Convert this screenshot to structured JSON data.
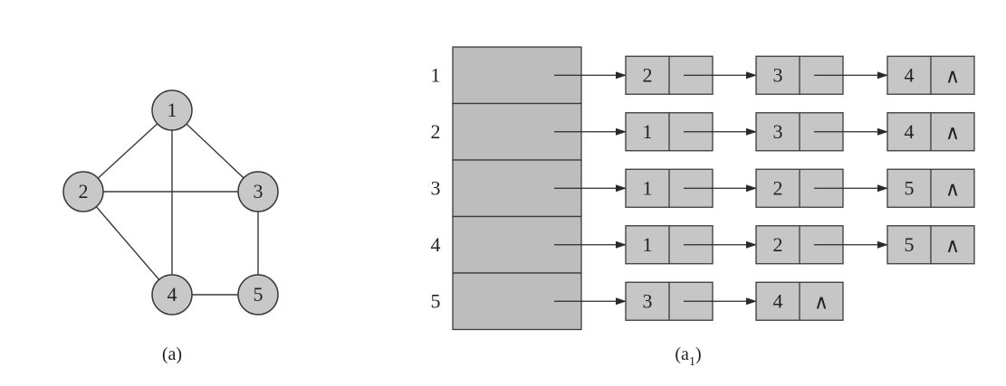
{
  "colors": {
    "node_fill": "#c8c8c8",
    "cell_fill": "#c6c6c6",
    "head_fill": "#bdbdbd",
    "stroke": "#3a3a3a",
    "background": "#ffffff"
  },
  "graph": {
    "caption": "(a)",
    "vertices": [
      "1",
      "2",
      "3",
      "4",
      "5"
    ],
    "edges": [
      [
        "1",
        "2"
      ],
      [
        "1",
        "3"
      ],
      [
        "1",
        "4"
      ],
      [
        "2",
        "3"
      ],
      [
        "2",
        "4"
      ],
      [
        "3",
        "5"
      ],
      [
        "4",
        "5"
      ]
    ]
  },
  "adjacency": {
    "caption_base": "a",
    "caption_sub": "1",
    "null_symbol": "∧",
    "rows": [
      {
        "vertex": "1",
        "neighbors": [
          "2",
          "3",
          "4"
        ]
      },
      {
        "vertex": "2",
        "neighbors": [
          "1",
          "3",
          "4"
        ]
      },
      {
        "vertex": "3",
        "neighbors": [
          "1",
          "2",
          "5"
        ]
      },
      {
        "vertex": "4",
        "neighbors": [
          "1",
          "2",
          "5"
        ]
      },
      {
        "vertex": "5",
        "neighbors": [
          "3",
          "4"
        ]
      }
    ]
  }
}
